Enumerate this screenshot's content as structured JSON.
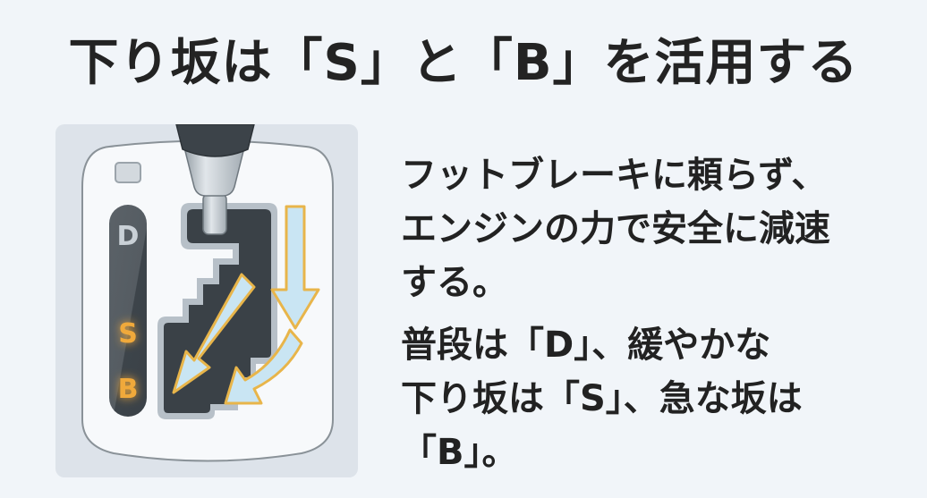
{
  "title": "下り坂は「S」と「B」を活用する",
  "illustration": {
    "description": "shift-lever-gate",
    "gear_labels": [
      "D",
      "S",
      "B"
    ],
    "highlighted_gears": [
      "S",
      "B"
    ],
    "colors": {
      "background": "#f1f5f9",
      "panel": "#dde3ea",
      "bezel": "#f7f9fb",
      "bezel_outline": "#8a9298",
      "gate": "#3a4147",
      "gate_rim": "#b7c0c8",
      "indicator_strip": "#40474d",
      "label_d": "#c9d0d6",
      "label_highlight": "#f0a93a",
      "arrow_fill": "#c9e5f3",
      "arrow_outline": "#e8b54a",
      "knob": "#3c4349",
      "knob_collar": "#c3cbd1"
    }
  },
  "body": {
    "paragraph1": {
      "lines": [
        "フットブレーキに頼らず、",
        "エンジンの力で安全に減速",
        "する。"
      ]
    },
    "paragraph2": {
      "lines": [
        "普段は「D」、緩やかな",
        "下り坂は「S」、急な坂は",
        "「B」。"
      ]
    }
  }
}
